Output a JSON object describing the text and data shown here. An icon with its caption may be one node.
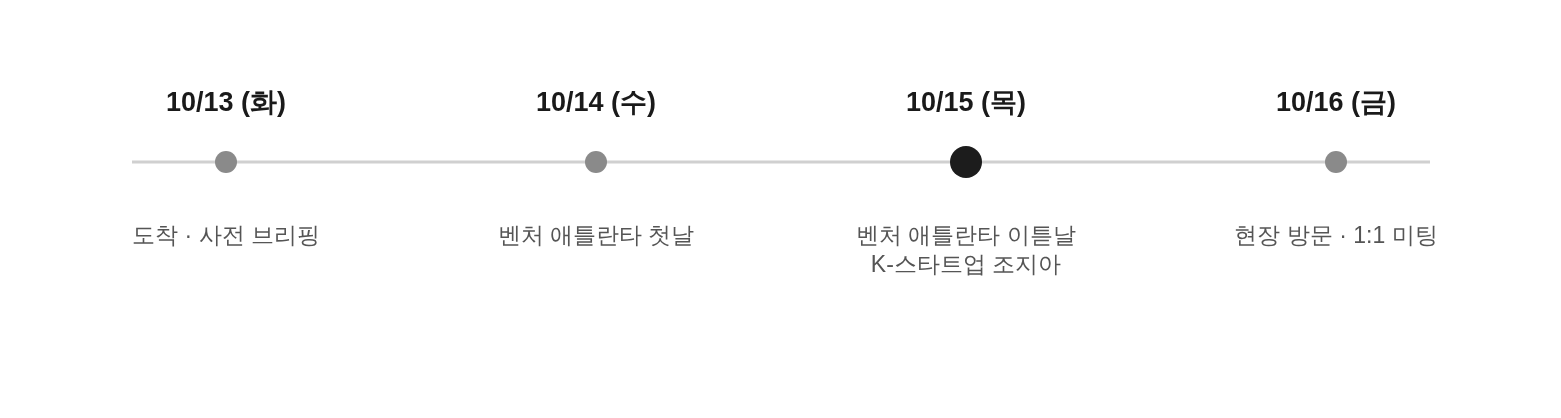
{
  "diagram": {
    "nodes": [
      {
        "text": [],
        "shape": "circle",
        "beside": [
          "10/13 (화)",
          "도착 · 사전 브리핑"
        ]
      },
      {
        "text": [],
        "shape": "circle",
        "beside": [
          "10/14 (수)",
          "벤처 애틀란타 첫날"
        ]
      },
      {
        "text": [],
        "shape": "circle",
        "beside": [
          "10/15 (목)",
          "벤처 애틀란타 이튿날 K-스타트업 조지아"
        ]
      },
      {
        "text": [],
        "shape": "circle",
        "beside": [
          "10/16 (금)",
          "현장 방문 · 1:1 미팅"
        ]
      }
    ]
  }
}
